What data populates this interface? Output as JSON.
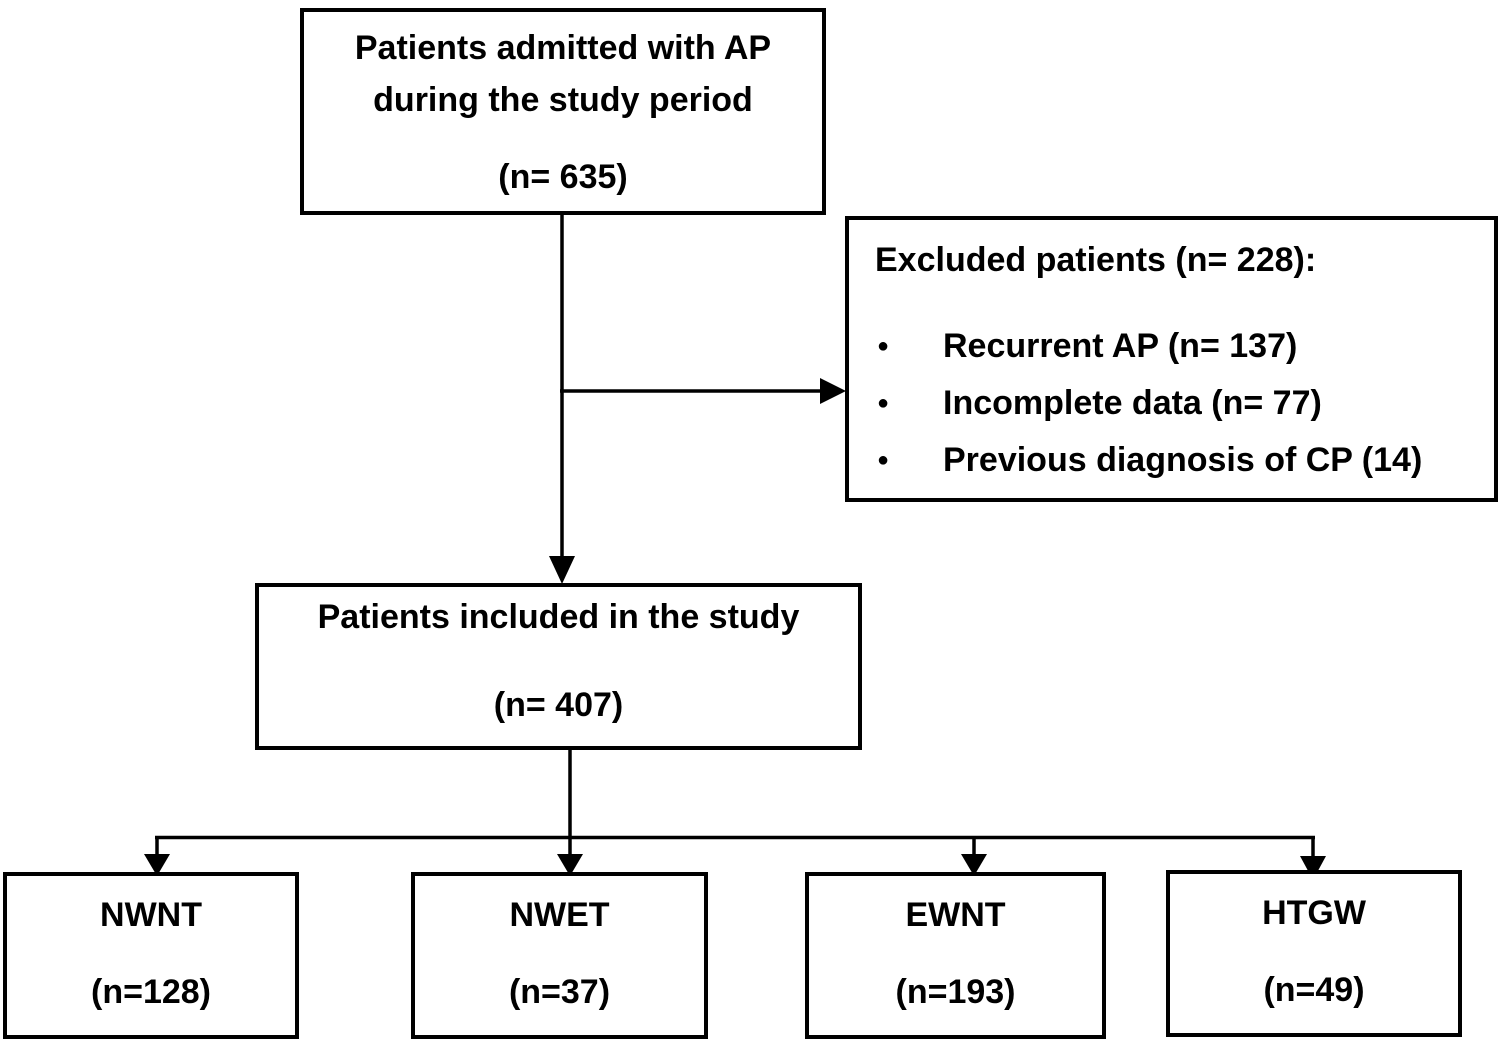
{
  "colors": {
    "stroke": "#000000",
    "background": "#ffffff",
    "text": "#000000"
  },
  "boxes": {
    "admitted": {
      "line1": "Patients admitted with AP",
      "line2": "during the study period",
      "n": "(n= 635)"
    },
    "excluded": {
      "heading": "Excluded patients (n= 228):",
      "bullet_glyph": "●",
      "bullets": [
        "Recurrent AP (n= 137)",
        "Incomplete data (n= 77)",
        "Previous diagnosis of CP (14)"
      ]
    },
    "included": {
      "title": "Patients included in the study",
      "n": "(n= 407)"
    },
    "groups": [
      {
        "label": "NWNT",
        "n": "(n=128)"
      },
      {
        "label": "NWET",
        "n": "(n=37)"
      },
      {
        "label": "EWNT",
        "n": "(n=193)"
      },
      {
        "label": "HTGW",
        "n": "(n=49)"
      }
    ]
  }
}
